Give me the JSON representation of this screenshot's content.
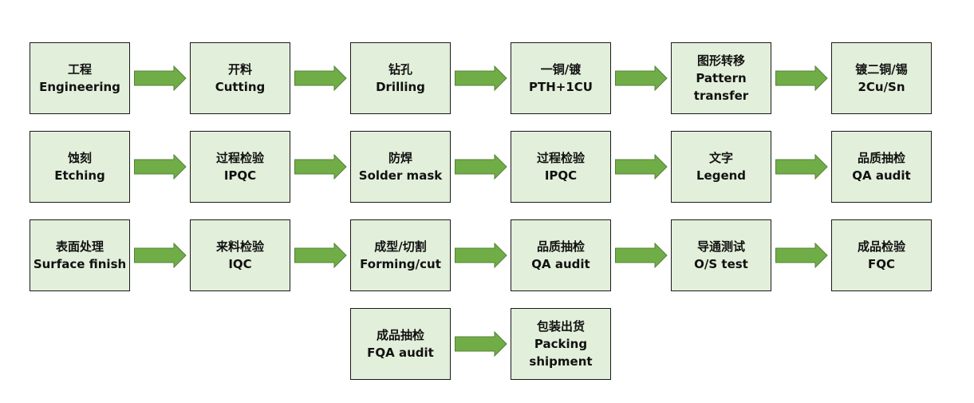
{
  "title": "PCB process flow",
  "colors": {
    "box_fill": "#e2efda",
    "box_border": "#1a1a1a",
    "arrow_fill": "#70ad47",
    "arrow_border": "#548235"
  },
  "steps": [
    {
      "id": "engineering",
      "lines": [
        "工程",
        "Engineering"
      ],
      "row": 0,
      "col": 0
    },
    {
      "id": "cutting",
      "lines": [
        "开料",
        "Cutting"
      ],
      "row": 0,
      "col": 1
    },
    {
      "id": "drilling",
      "lines": [
        "钻孔",
        "Drilling"
      ],
      "row": 0,
      "col": 2
    },
    {
      "id": "pth",
      "lines": [
        "一铜/镀",
        "PTH+1CU"
      ],
      "row": 0,
      "col": 3
    },
    {
      "id": "pattern-transfer",
      "lines": [
        "图形转移",
        "Pattern",
        "transfer"
      ],
      "row": 0,
      "col": 4
    },
    {
      "id": "copper-tin",
      "lines": [
        "镀二铜/锡",
        "2Cu/Sn"
      ],
      "row": 0,
      "col": 5
    },
    {
      "id": "etching",
      "lines": [
        "蚀刻",
        "Etching"
      ],
      "row": 1,
      "col": 0
    },
    {
      "id": "ipqc-1",
      "lines": [
        "过程检验",
        "IPQC"
      ],
      "row": 1,
      "col": 1
    },
    {
      "id": "solder-mask",
      "lines": [
        "防焊",
        "Solder mask"
      ],
      "row": 1,
      "col": 2
    },
    {
      "id": "ipqc-2",
      "lines": [
        "过程检验",
        "IPQC"
      ],
      "row": 1,
      "col": 3
    },
    {
      "id": "legend",
      "lines": [
        "文字",
        "Legend"
      ],
      "row": 1,
      "col": 4
    },
    {
      "id": "qa-audit-1",
      "lines": [
        "品质抽检",
        "QA audit"
      ],
      "row": 1,
      "col": 5
    },
    {
      "id": "surface-finish",
      "lines": [
        "表面处理",
        "Surface finish"
      ],
      "row": 2,
      "col": 0
    },
    {
      "id": "iqc",
      "lines": [
        "来料检验",
        "IQC"
      ],
      "row": 2,
      "col": 1
    },
    {
      "id": "forming-cut",
      "lines": [
        "成型/切割",
        "Forming/cut"
      ],
      "row": 2,
      "col": 2
    },
    {
      "id": "qa-audit-2",
      "lines": [
        "品质抽检",
        "QA audit"
      ],
      "row": 2,
      "col": 3
    },
    {
      "id": "os-test",
      "lines": [
        "导通测试",
        "O/S test"
      ],
      "row": 2,
      "col": 4
    },
    {
      "id": "fqc",
      "lines": [
        "成品检验",
        "FQC"
      ],
      "row": 2,
      "col": 5
    },
    {
      "id": "fqa-audit",
      "lines": [
        "成品抽检",
        "FQA audit"
      ],
      "row": 3,
      "col": 2
    },
    {
      "id": "packing-shipment",
      "lines": [
        "包装出货",
        "Packing",
        "shipment"
      ],
      "row": 3,
      "col": 3
    }
  ],
  "arrows": [
    {
      "row": 0,
      "after_col": 0
    },
    {
      "row": 0,
      "after_col": 1
    },
    {
      "row": 0,
      "after_col": 2
    },
    {
      "row": 0,
      "after_col": 3
    },
    {
      "row": 0,
      "after_col": 4
    },
    {
      "row": 1,
      "after_col": 0
    },
    {
      "row": 1,
      "after_col": 1
    },
    {
      "row": 1,
      "after_col": 2
    },
    {
      "row": 1,
      "after_col": 3
    },
    {
      "row": 1,
      "after_col": 4
    },
    {
      "row": 2,
      "after_col": 0
    },
    {
      "row": 2,
      "after_col": 1
    },
    {
      "row": 2,
      "after_col": 2
    },
    {
      "row": 2,
      "after_col": 3
    },
    {
      "row": 2,
      "after_col": 4
    },
    {
      "row": 3,
      "after_col": 2
    }
  ]
}
